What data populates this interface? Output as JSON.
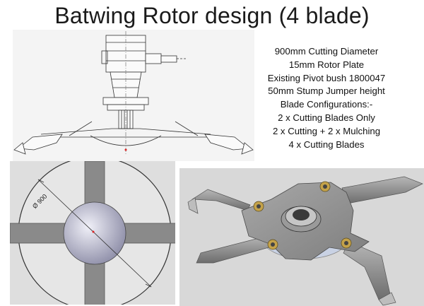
{
  "title": "Batwing Rotor design (4 blade)",
  "specs": [
    "900mm Cutting Diameter",
    "15mm Rotor Plate",
    "Existing Pivot bush 1800047",
    "50mm Stump Jumper height",
    "Blade Configurations:-",
    "2 x Cutting Blades Only",
    "2 x Cutting + 2 x Mulching",
    "4 x Cutting Blades"
  ],
  "dimension_label": "Ø 900"
}
